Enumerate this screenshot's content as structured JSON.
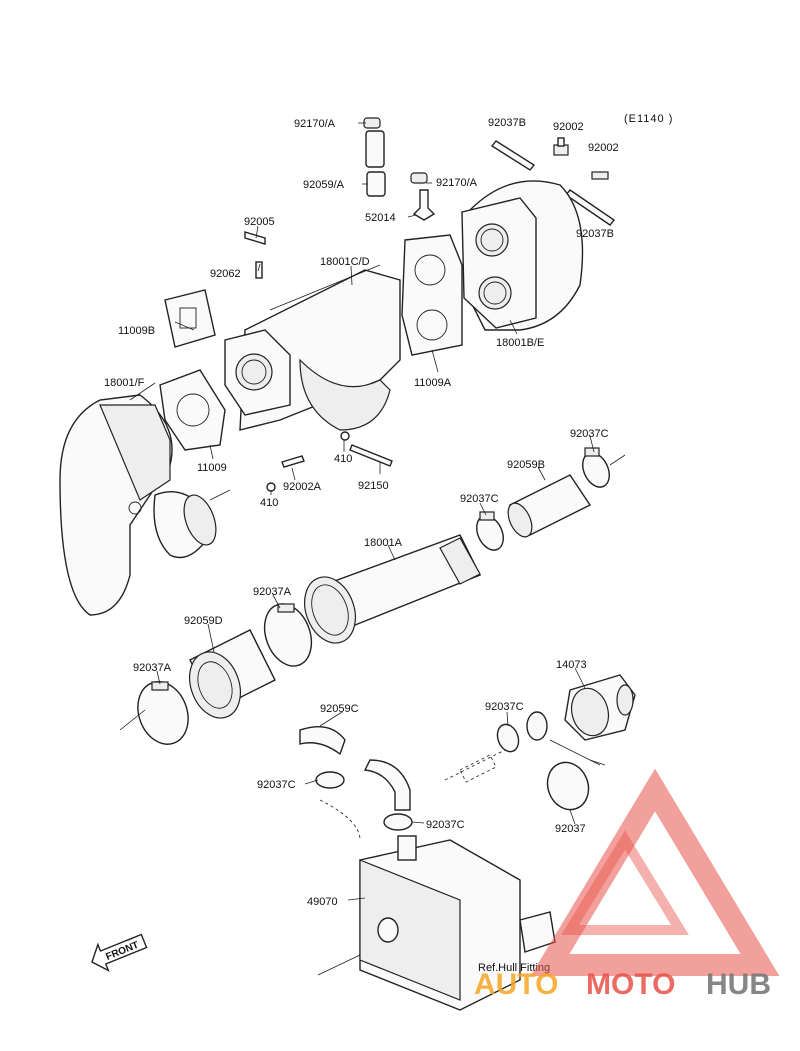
{
  "diagram_code": "(E1140 )",
  "front_arrow_label": "FRONT",
  "ref_label": "Ref.Hull Fitting",
  "watermark": {
    "part1": "AUTO",
    "part2": "MOTO",
    "part3": "HUB"
  },
  "colors": {
    "line": "#222222",
    "watermark_red": "#e8524a",
    "watermark_orange": "#f5a623",
    "watermark_gray": "#7a7a7a"
  },
  "parts": {
    "p_92170A_top": "92170/A",
    "p_92059A": "92059/A",
    "p_92170A_mid": "92170/A",
    "p_52014": "52014",
    "p_92037B_top": "92037B",
    "p_92002_a": "92002",
    "p_92002_b": "92002",
    "p_92037B_right": "92037B",
    "p_92005": "92005",
    "p_92062": "92062",
    "p_18001CD": "18001C/D",
    "p_18001BE": "18001B/E",
    "p_11009B": "11009B",
    "p_11009A": "11009A",
    "p_18001F": "18001/F",
    "p_11009": "11009",
    "p_410_a": "410",
    "p_92150": "92150",
    "p_92002A": "92002A",
    "p_410_b": "410",
    "p_92037C_top": "92037C",
    "p_92059B": "92059B",
    "p_92037C_mid": "92037C",
    "p_18001A": "18001A",
    "p_92037A_mid": "92037A",
    "p_92059D": "92059D",
    "p_92037A_low": "92037A",
    "p_14073": "14073",
    "p_92059C": "92059C",
    "p_92037C_right": "92037C",
    "p_92037C_left": "92037C",
    "p_92037C_box": "92037C",
    "p_92037_bottom": "92037",
    "p_49070": "49070"
  }
}
